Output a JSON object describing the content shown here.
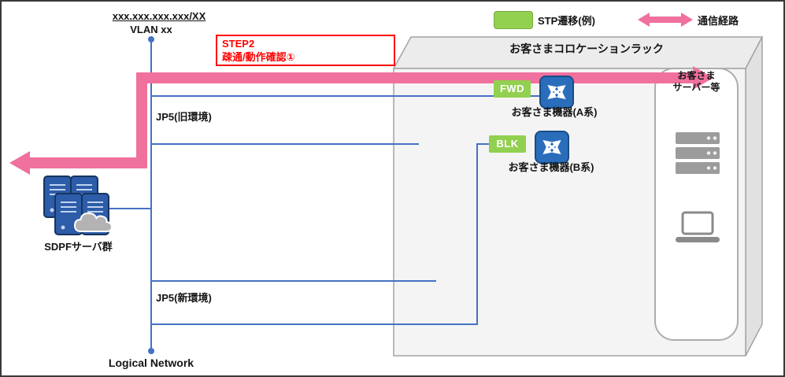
{
  "header": {
    "ip": "xxx.xxx.xxx.xxx/XX",
    "vlan": "VLAN xx"
  },
  "step_box": {
    "title": "STEP2",
    "subtitle": "疎通/動作確認①"
  },
  "legend": {
    "stp_label": "STP遷移(例)",
    "route_label": "通信経路"
  },
  "rack": {
    "title": "お客さまコロケーションラック",
    "device_a": {
      "state": "FWD",
      "label": "お客さま機器(A系)"
    },
    "device_b": {
      "state": "BLK",
      "label": "お客さま機器(B系)"
    },
    "server_panel": {
      "line1": "お客さま",
      "line2": "サーバー等"
    }
  },
  "network": {
    "jp5_old": "JP5(旧環境)",
    "jp5_new": "JP5(新環境)",
    "sdpf_label": "SDPFサーバ群",
    "bottom_label": "Logical Network"
  },
  "colors": {
    "line_blue": "#4472C4",
    "route_pink": "#F0709E",
    "stp_green": "#92D050",
    "switch_blue": "#2A6EBB",
    "step_red": "#FF0000",
    "rack_gray": "#F4F4F4"
  },
  "icons": {
    "switch": "crossed-arrows-switch",
    "server_stack": "server-stack",
    "laptop": "laptop",
    "sdpf_cluster": "server-cluster-with-cloud",
    "route_arrow": "pink-double-arrow",
    "stp_swatch": "green-rounded-rect"
  }
}
